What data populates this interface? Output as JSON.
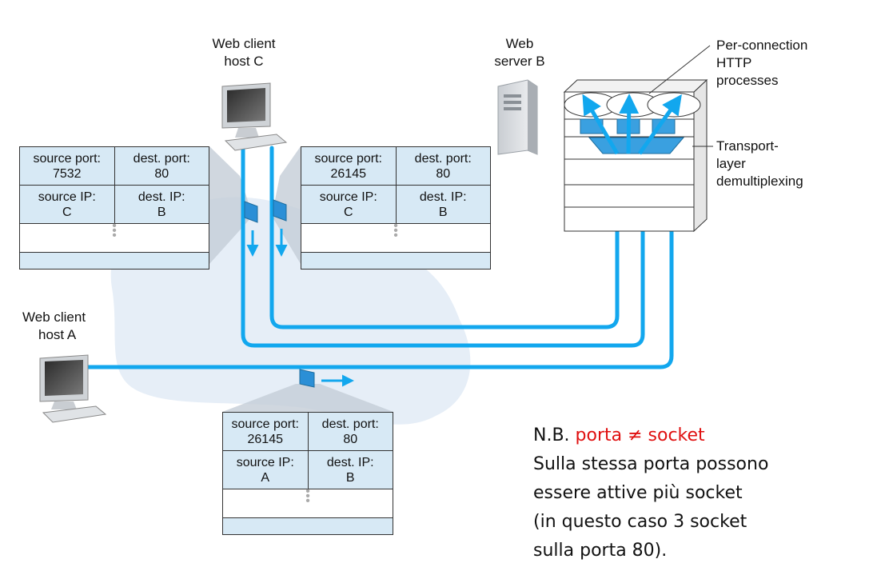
{
  "labels": {
    "client_c": [
      "Web client",
      "host C"
    ],
    "server_b": [
      "Web",
      "server B"
    ],
    "client_a": [
      "Web client",
      "host A"
    ],
    "per_connection": [
      "Per-connection",
      "HTTP",
      "processes"
    ],
    "transport": [
      "Transport-",
      "layer",
      "demultiplexing"
    ]
  },
  "segments": [
    {
      "id": "c1",
      "source_port": "7532",
      "dest_port": "80",
      "source_ip": "C",
      "dest_ip": "B"
    },
    {
      "id": "c2",
      "source_port": "26145",
      "dest_port": "80",
      "source_ip": "C",
      "dest_ip": "B"
    },
    {
      "id": "a1",
      "source_port": "26145",
      "dest_port": "80",
      "source_ip": "A",
      "dest_ip": "B"
    }
  ],
  "field_labels": {
    "source_port": "source port:",
    "dest_port": "dest. port:",
    "source_ip": "source IP:",
    "dest_ip": "dest. IP:"
  },
  "note": {
    "prefix": "N.B. ",
    "highlight": "porta ≠ socket",
    "lines": [
      "Sulla stessa porta possono",
      "essere attive più socket",
      "(in questo caso 3 socket",
      "sulla porta 80)."
    ]
  },
  "colors": {
    "connection_line": "#12a7ee",
    "cloud": "#e6eef7",
    "header_fill": "#d7e9f5",
    "highlight_text": "#e01010"
  }
}
